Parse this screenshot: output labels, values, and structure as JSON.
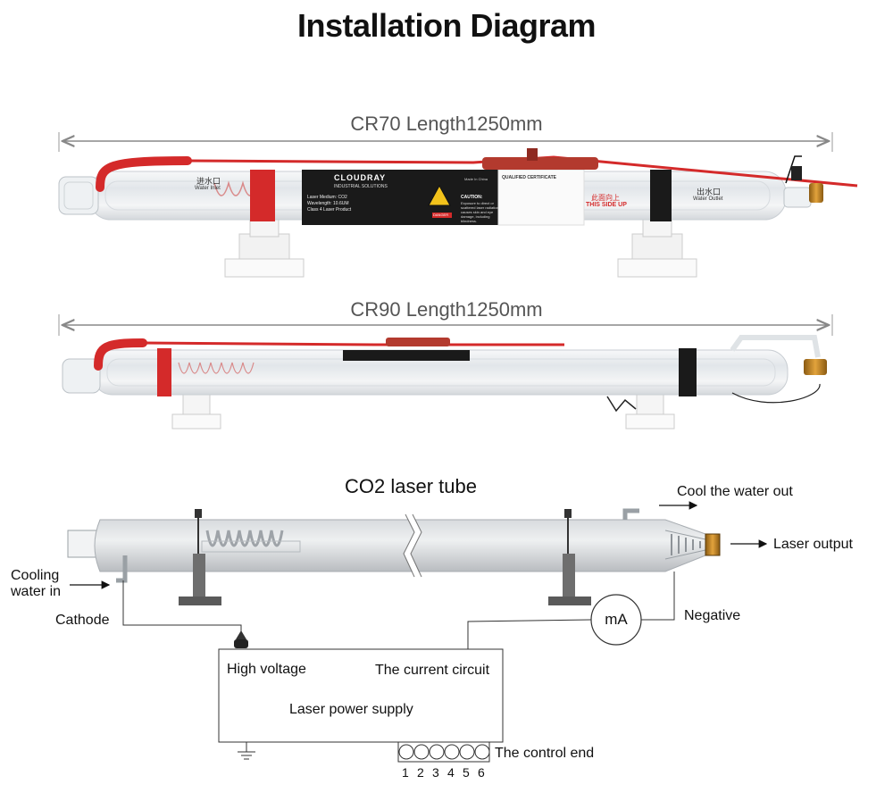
{
  "title": "Installation Diagram",
  "cr70": {
    "length_label": "CR70 Length1250mm",
    "brand": "CLOUDRAY",
    "brand_sub": "INDUSTRIAL SOLUTIONS",
    "spec_lines": [
      "Laser Medium: CO2",
      "Wavelength: 10.6UM",
      "Class 4 Laser Product"
    ],
    "caution_title": "CAUTION:",
    "caution_text": "Exposure to direct or scattered laser radiation causes skin and eye damage, including blindness.",
    "danger": "DANGER",
    "made_in": "Made In China",
    "certificate": "QUALIFIED CERTIFICATE",
    "this_side_up_cn": "此面向上",
    "this_side_up": "THIS SIDE UP",
    "water_inlet_cn": "进水口",
    "water_inlet": "Water Inlet",
    "water_outlet_cn": "出水口",
    "water_outlet": "Water Outlet"
  },
  "cr90": {
    "length_label": "CR90 Length1250mm"
  },
  "schematic": {
    "title": "CO2 laser tube",
    "cool_water_out": "Cool the water out",
    "laser_output": "Laser output",
    "cooling_water_in": "Cooling\nwater in",
    "cathode": "Cathode",
    "negative": "Negative",
    "meter": "mA",
    "high_voltage": "High voltage",
    "current_circuit": "The current circuit",
    "power_supply": "Laser power supply",
    "control_end": "The control end",
    "terminals": [
      "1",
      "2",
      "3",
      "4",
      "5",
      "6"
    ]
  },
  "colors": {
    "tube_glass": "#e9ecef",
    "tube_red": "#d42a2a",
    "label_black": "#1a1a1a",
    "dim_line": "#888888",
    "schematic_tube": "#c9ccd0",
    "support_gray": "#6e6e6e"
  }
}
